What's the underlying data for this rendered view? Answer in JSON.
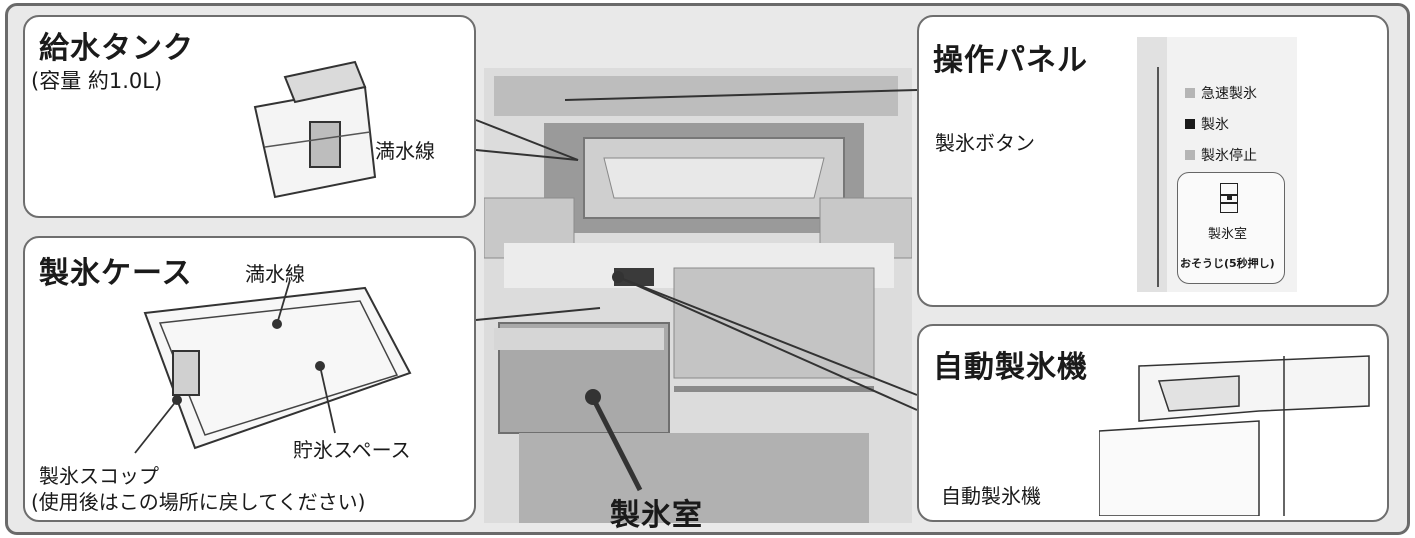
{
  "tank": {
    "title": "給水タンク",
    "capacity": "(容量 約1.0L)",
    "full_line": "満水線"
  },
  "case": {
    "title": "製氷ケース",
    "full_line": "満水線",
    "storage": "貯氷スペース",
    "scoop": "製氷スコップ",
    "scoop_note": "(使用後はこの場所に戻してください)"
  },
  "ops": {
    "title": "操作パネル",
    "button_label": "製氷ボタン",
    "options": [
      {
        "label": "急速製氷",
        "state": "off"
      },
      {
        "label": "製氷",
        "state": "on"
      },
      {
        "label": "製氷停止",
        "state": "off"
      }
    ],
    "room_label": "製氷室",
    "cleaning": "おそうじ(5秒押し)"
  },
  "maker": {
    "title": "自動製氷機",
    "label": "自動製氷機"
  },
  "center": {
    "room_label": "製氷室"
  },
  "colors": {
    "frame_bg": "#e9e9e9",
    "panel_border": "#6e6e6e",
    "led_on": "#1a1a1a",
    "led_off": "#b5b5b5",
    "leader": "#333333"
  }
}
